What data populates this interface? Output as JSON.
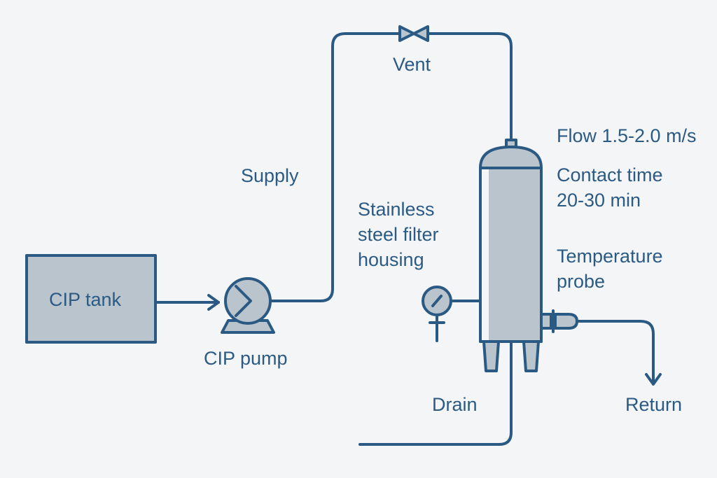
{
  "colors": {
    "stroke": "#2a5a84",
    "fill": "#b9c4cc",
    "background": "#f4f5f6",
    "text": "#2b5a84"
  },
  "labels": {
    "cip_tank": "CIP tank",
    "cip_pump": "CIP pump",
    "supply": "Supply",
    "vent": "Vent",
    "housing": "Stainless\nsteel filter\nhousing",
    "flow": "Flow 1.5-2.0 m/s",
    "contact_time": "Contact time\n20-30 min",
    "temperature_probe": "Temperature\nprobe",
    "drain": "Drain",
    "return": "Return"
  }
}
